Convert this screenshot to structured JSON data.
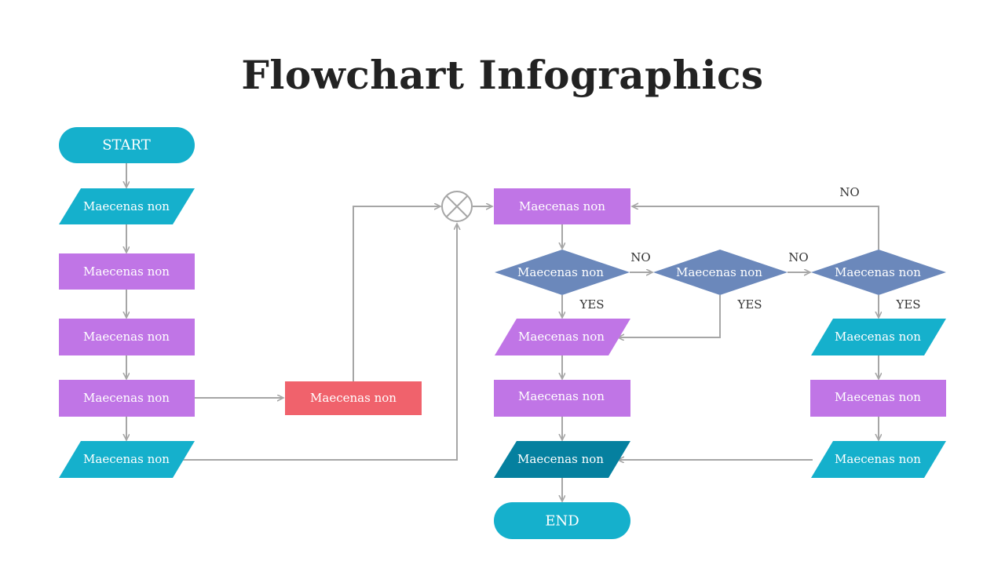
{
  "title": "Flowchart Infographics",
  "colors": {
    "teal": "#15b0cc",
    "dark_teal": "#05809f",
    "purple": "#c075e6",
    "red": "#f0626c",
    "diamond": "#6b88bb",
    "connector": "#a6a6a6"
  },
  "nodes": {
    "start": "START",
    "end": "END",
    "l1": "Maecenas non",
    "l2": "Maecenas non",
    "l3": "Maecenas non",
    "l4": "Maecenas non",
    "l5": "Maecenas non",
    "mid": "Maecenas non",
    "c1": "Maecenas non",
    "d1": "Maecenas non",
    "d2": "Maecenas non",
    "d3": "Maecenas non",
    "c2": "Maecenas non",
    "c3": "Maecenas non",
    "c4": "Maecenas non",
    "r1": "Maecenas non",
    "r2": "Maecenas non",
    "r3": "Maecenas non"
  },
  "edge_labels": {
    "no1": "NO",
    "no2": "NO",
    "no_top": "NO",
    "yes1": "YES",
    "yes2": "YES",
    "yes3": "YES"
  }
}
